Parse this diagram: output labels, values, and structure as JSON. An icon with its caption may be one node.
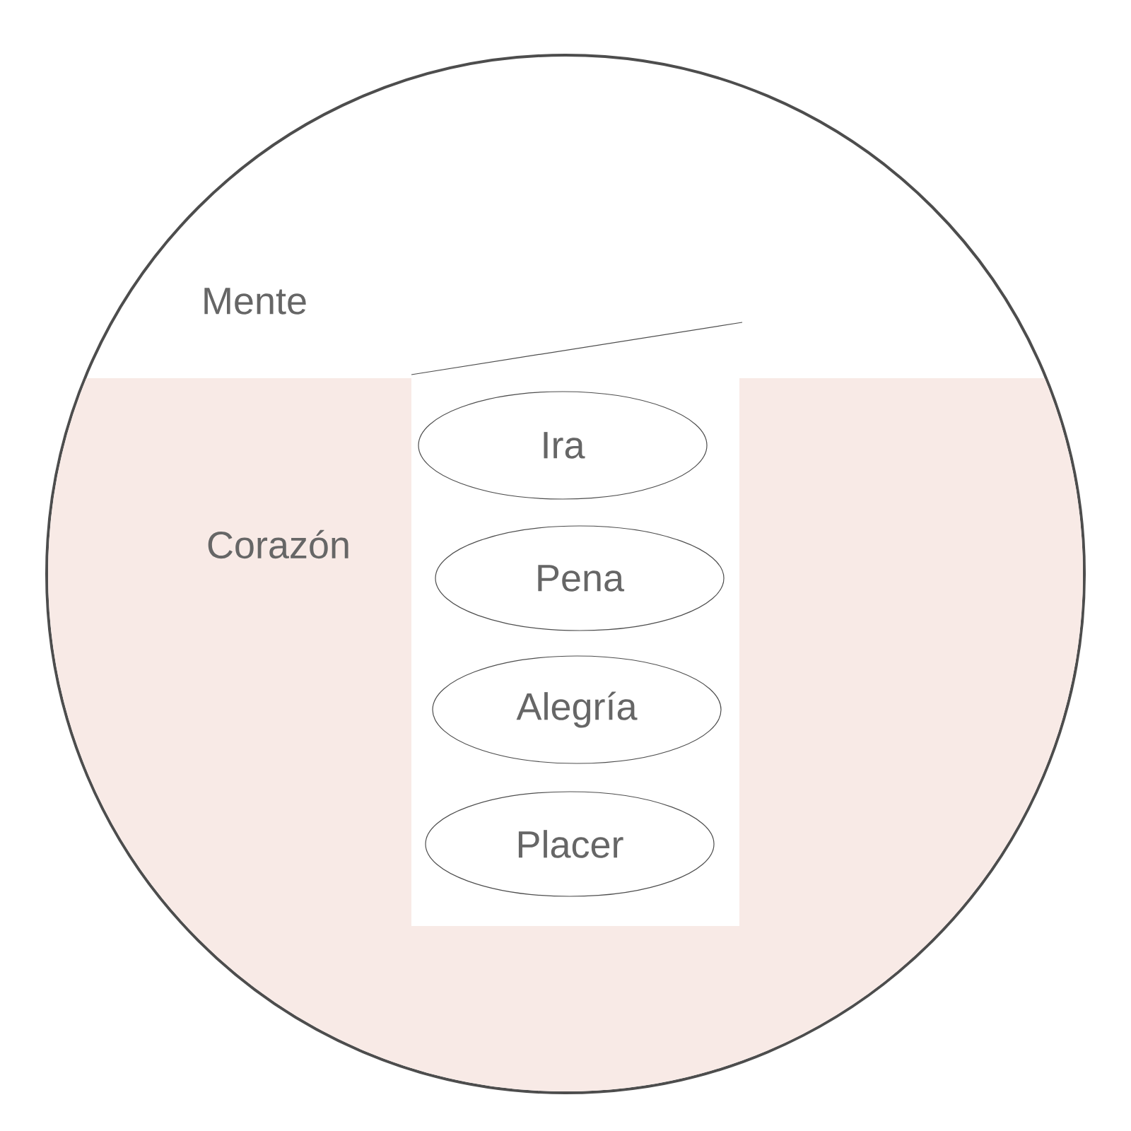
{
  "diagram": {
    "nodes": [
      {
        "text": [
          "Mente"
        ]
      },
      {
        "text": [
          "Corazón"
        ],
        "in": 0
      },
      {
        "text": [],
        "shape": "box",
        "in": 1
      },
      {
        "text": [
          "Ira"
        ],
        "in": 2
      },
      {
        "text": [
          "Pena"
        ],
        "in": 2
      },
      {
        "text": [
          "Alegría"
        ],
        "in": 2
      },
      {
        "text": [
          "Placer"
        ],
        "in": 2
      }
    ]
  }
}
